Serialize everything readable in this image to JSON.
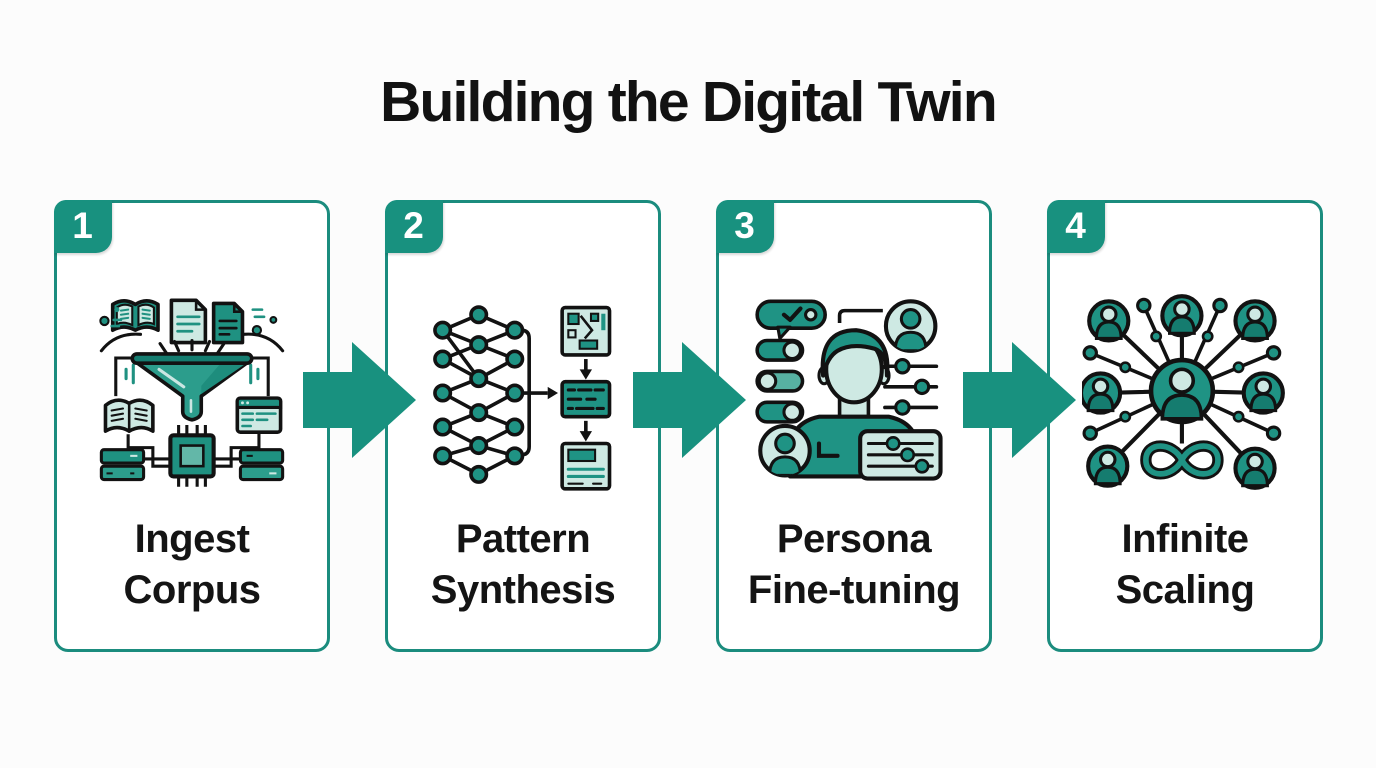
{
  "title": "Building the Digital Twin",
  "steps": [
    {
      "number": "1",
      "label_line1": "Ingest",
      "label_line2": "Corpus",
      "icon": "ingest-corpus-funnel-icon"
    },
    {
      "number": "2",
      "label_line1": "Pattern",
      "label_line2": "Synthesis",
      "icon": "neural-network-synthesis-icon"
    },
    {
      "number": "3",
      "label_line1": "Persona",
      "label_line2": "Fine-tuning",
      "icon": "persona-tuning-icon"
    },
    {
      "number": "4",
      "label_line1": "Infinite",
      "label_line2": "Scaling",
      "icon": "network-scaling-infinity-icon"
    }
  ],
  "connector": {
    "shape": "arrow-right",
    "count": 3
  },
  "colors": {
    "teal_primary": "#18917F",
    "teal_mid": "#2C9D8C",
    "teal_light": "#CEE9E3",
    "outline_ink": "#121212",
    "background": "#FCFCFC",
    "card_background": "#FFFFFF",
    "title_text": "#121212",
    "badge_text": "#FFFFFF"
  }
}
